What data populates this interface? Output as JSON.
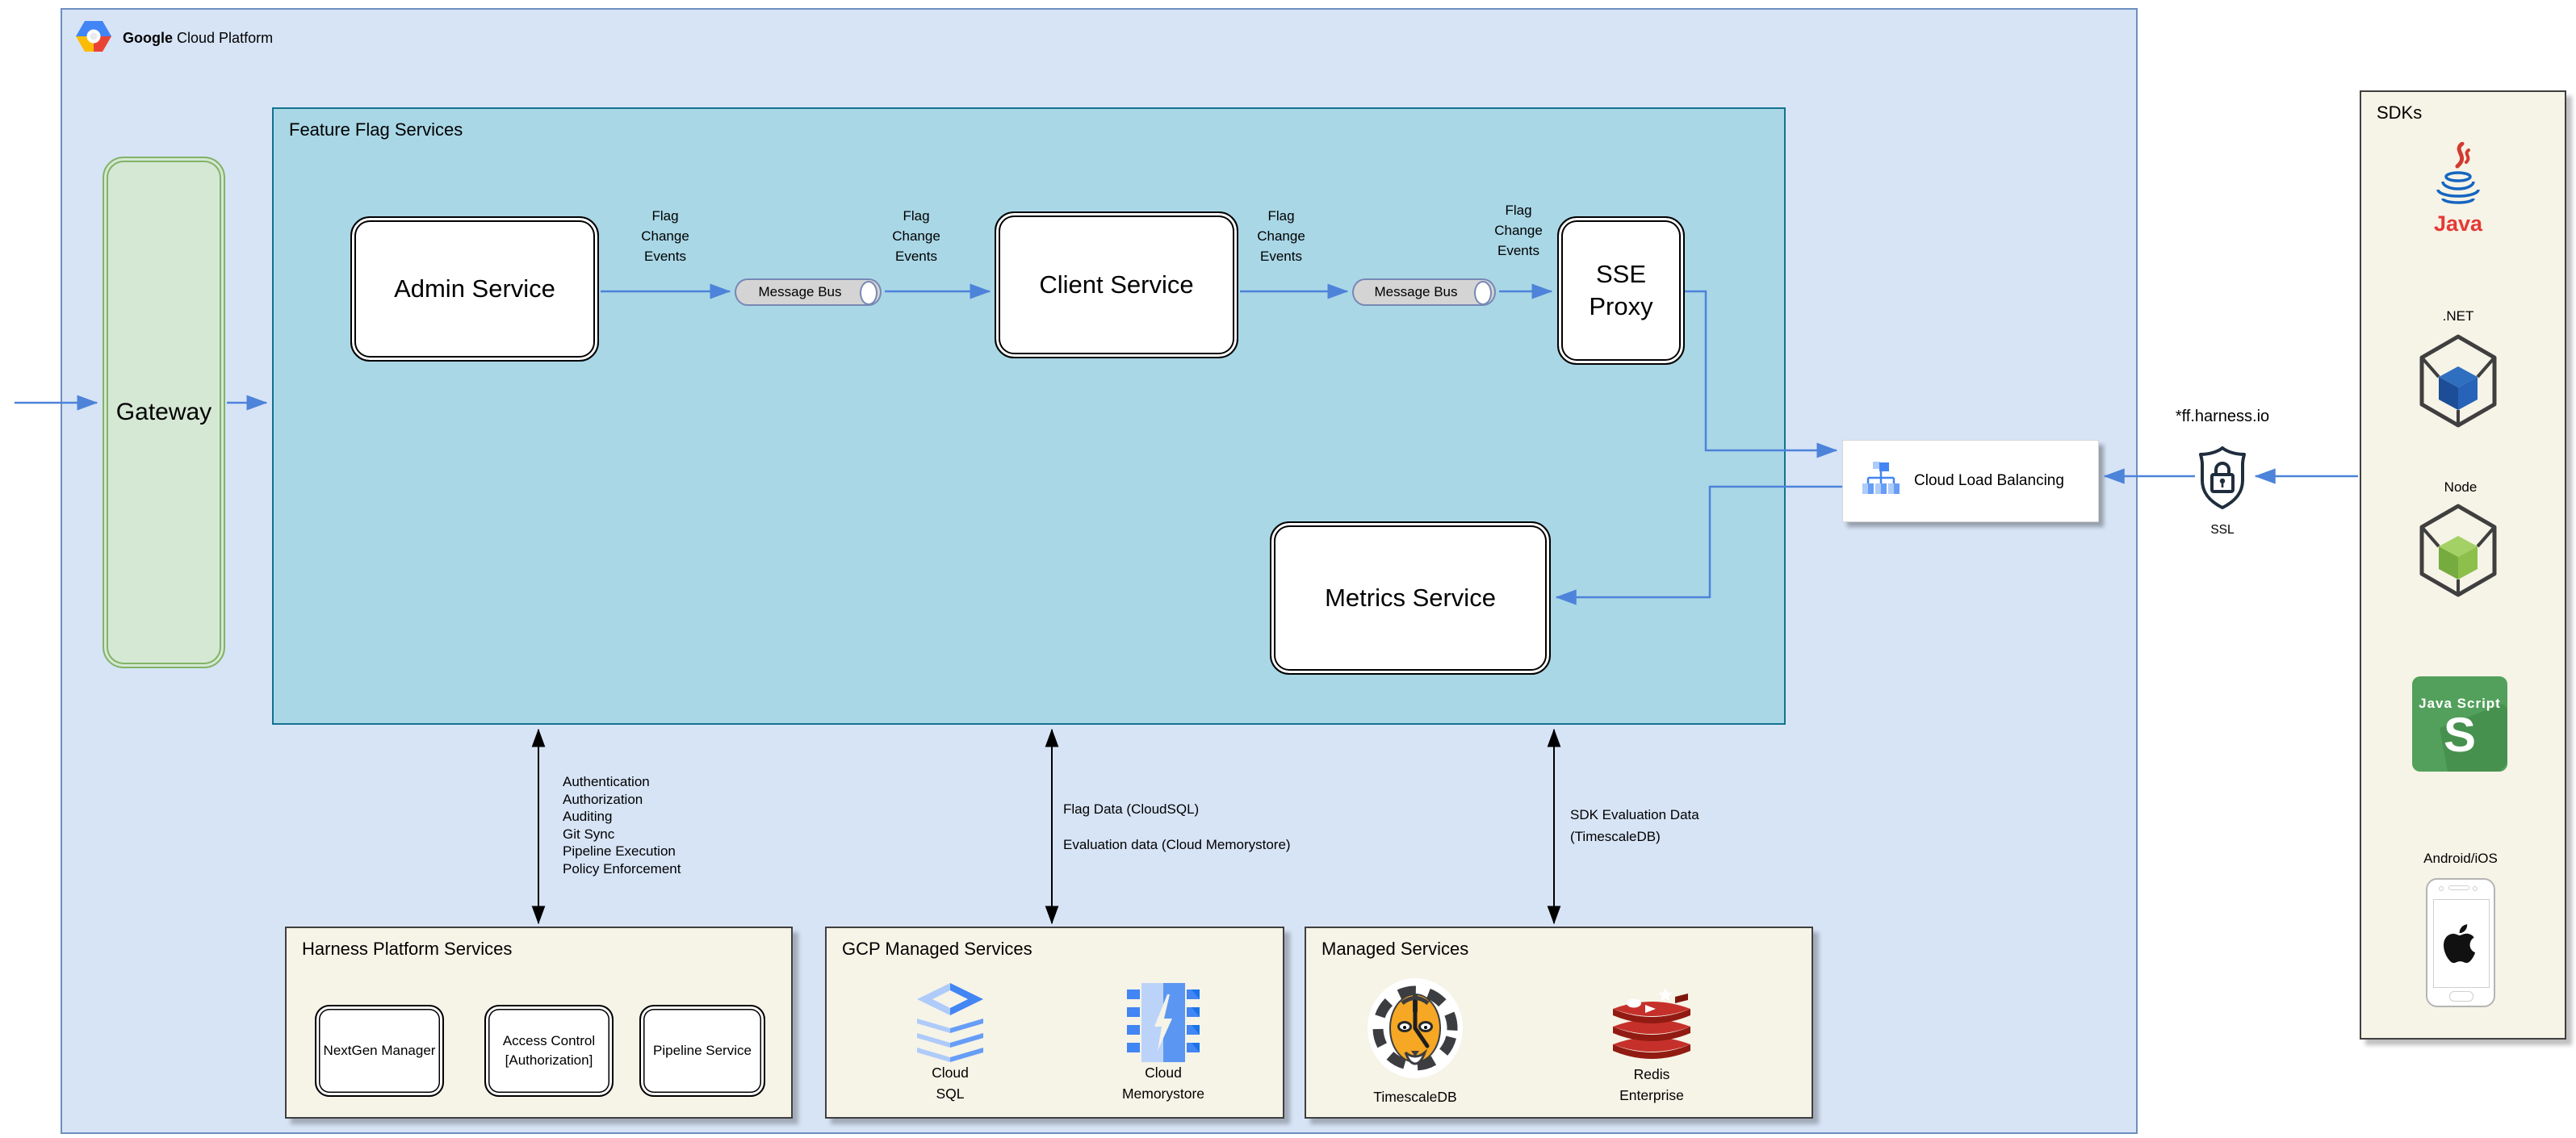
{
  "header": {
    "brand_bold": "Google",
    "brand_rest": "Cloud Platform"
  },
  "gateway": {
    "label": "Gateway"
  },
  "ffs": {
    "title": "Feature Flag Services",
    "admin": "Admin Service",
    "client": "Client Service",
    "sse": "SSE\nProxy",
    "metrics": "Metrics Service",
    "bus": "Message Bus",
    "fce": "Flag\nChange\nEvents"
  },
  "clb": {
    "label": "Cloud Load Balancing"
  },
  "external": {
    "domain": "*ff.harness.io",
    "ssl": "SSL"
  },
  "notes": {
    "auth": "Authentication\nAuthorization\nAuditing\nGit Sync\nPipeline Execution\nPolicy Enforcement",
    "flag_data": "Flag Data (CloudSQL)",
    "eval_data": "Evaluation data (Cloud Memorystore)",
    "sdk_eval": "SDK Evaluation Data\n(TimescaleDB)"
  },
  "harness": {
    "title": "Harness Platform Services",
    "items": [
      "NextGen Manager",
      "Access Control\n[Authorization]",
      "Pipeline Service"
    ]
  },
  "gcp_managed": {
    "title": "GCP Managed Services",
    "sql": "Cloud\nSQL",
    "memorystore": "Cloud\nMemorystore"
  },
  "managed": {
    "title": "Managed Services",
    "timescale": "TimescaleDB",
    "redis": "Redis\nEnterprise"
  },
  "sdks": {
    "title": "SDKs",
    "java": "Java",
    "dotnet": ".NET",
    "node": "Node",
    "js_line": "Java Script",
    "js_s": "S",
    "android": "Android/iOS"
  },
  "colors": {
    "container_fill": "#d7e4f6",
    "container_border": "#6c8ebf",
    "ffs_fill": "#a9d7e6",
    "ffs_border": "#13728f",
    "gateway_fill": "#d5e8d4",
    "gateway_border": "#82b366",
    "panel_fill": "#f6f3e7",
    "arrow_blue": "#4d83d9",
    "arrow_black": "#000000",
    "java_red": "#e53935",
    "node_green": "#8cc04b",
    "dotnet_blue": "#1b4e96",
    "js_green": "#53a05c",
    "redis_red": "#c6302b",
    "tiger_orange": "#f6a724",
    "gcp_blue": "#4285f4"
  }
}
